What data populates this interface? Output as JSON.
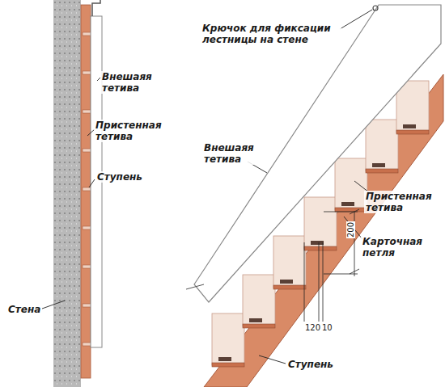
{
  "diagram": {
    "labels": [
      "Внешаяя тетива",
      "Пристенная тетива",
      "Ступень",
      "Стена",
      "Крючок для фиксации лестницы на стене",
      "Внешаяя тетива",
      "Пристенная тетива",
      "Карточная петля",
      "200",
      "120",
      "10",
      "Ступень"
    ]
  }
}
